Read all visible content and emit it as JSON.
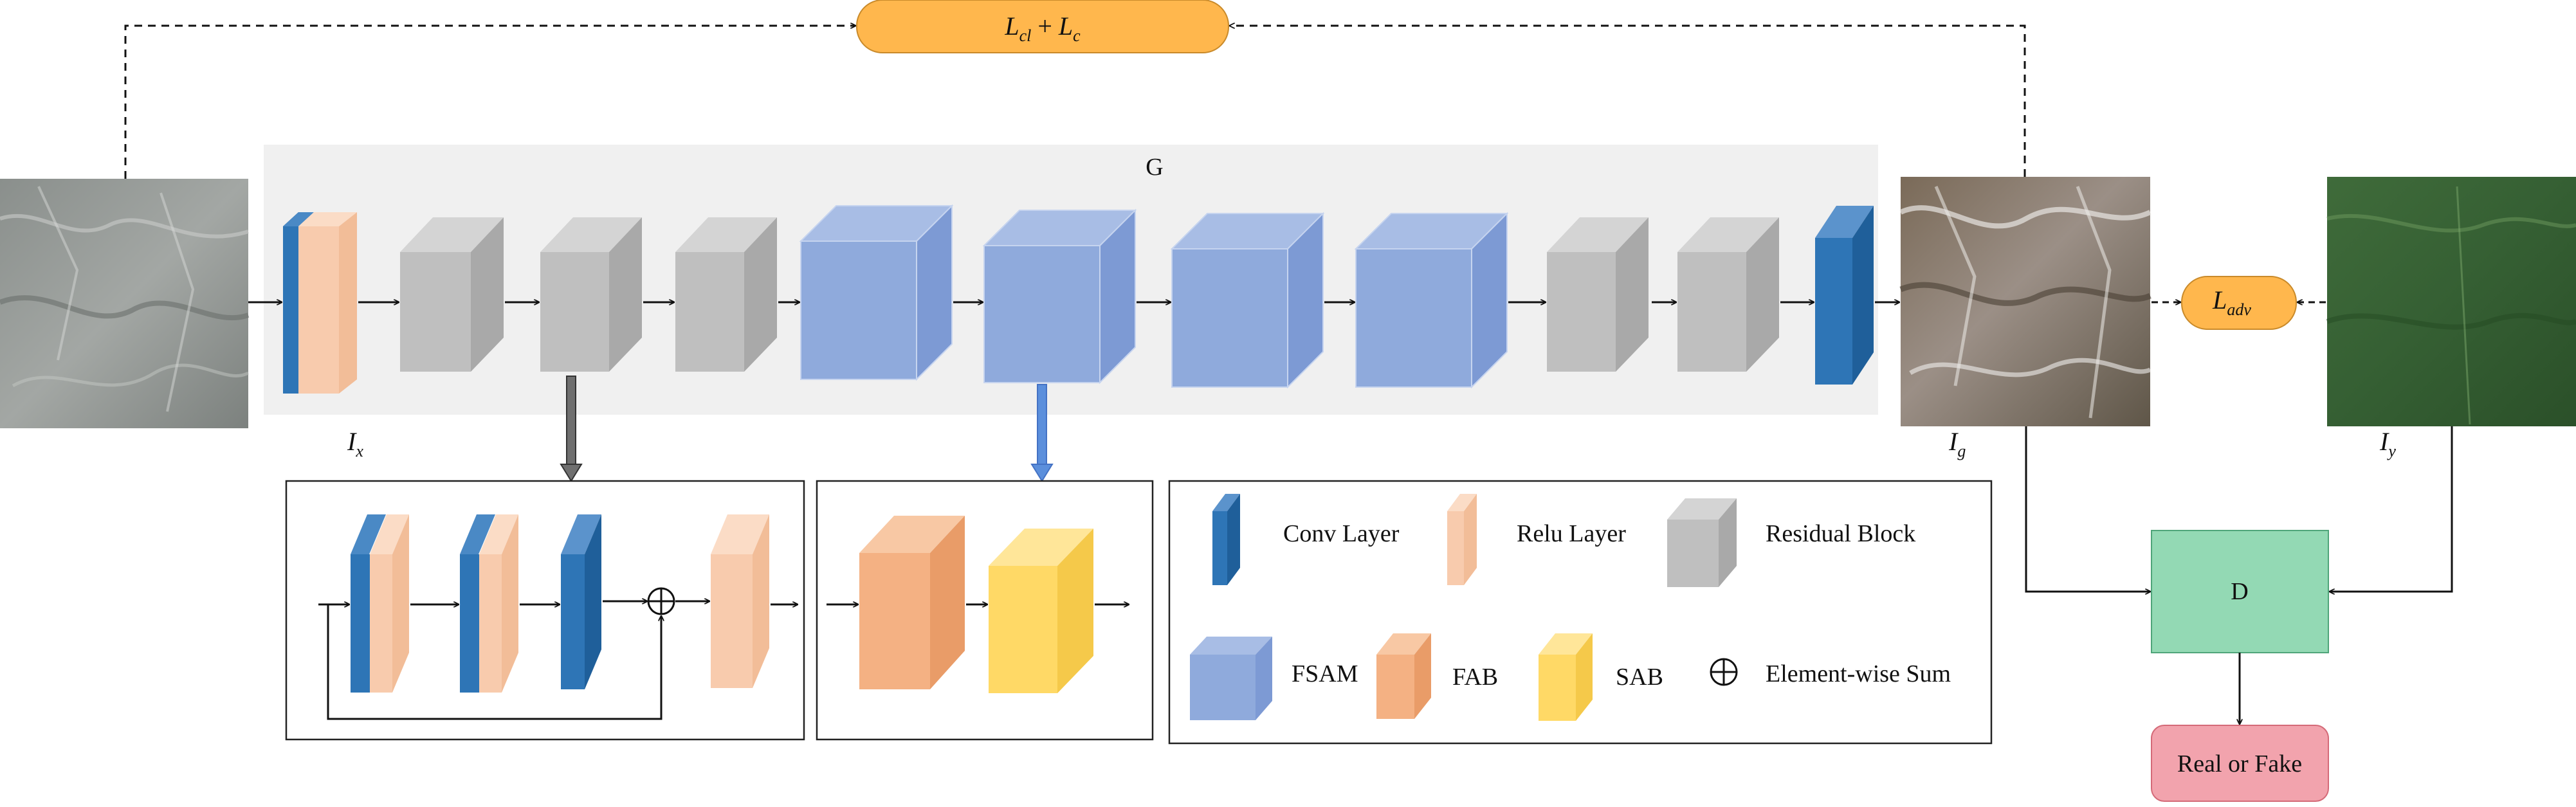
{
  "generator": {
    "label": "G"
  },
  "loss_top": {
    "main": "L",
    "sub1": "cl",
    "plus": " + ",
    "sub2": "c"
  },
  "loss_adv": {
    "main": "L",
    "sub": "adv"
  },
  "images": {
    "input": {
      "main": "I",
      "sub": "x"
    },
    "generated": {
      "main": "I",
      "sub": "g"
    },
    "target": {
      "main": "I",
      "sub": "y"
    }
  },
  "discriminator": {
    "label": "D"
  },
  "output": {
    "label": "Real or Fake"
  },
  "legend": [
    {
      "id": "conv",
      "label": "Conv Layer",
      "icon": "conv-layer-icon"
    },
    {
      "id": "relu",
      "label": "Relu Layer",
      "icon": "relu-layer-icon"
    },
    {
      "id": "res",
      "label": "Residual Block",
      "icon": "residual-block-icon"
    },
    {
      "id": "fsam",
      "label": "FSAM",
      "icon": "fsam-icon"
    },
    {
      "id": "fab",
      "label": "FAB",
      "icon": "fab-icon"
    },
    {
      "id": "sab",
      "label": "SAB",
      "icon": "sab-icon"
    },
    {
      "id": "sum",
      "label": "Element-wise Sum",
      "icon": "element-wise-sum-icon"
    }
  ],
  "colors": {
    "conv": "#2e75b6",
    "relu": "#f8cbad",
    "residual": "#bfbfbf",
    "fsam": "#8faadc",
    "fab": "#f4b183",
    "sab": "#ffd966",
    "loss": "#ffb74d",
    "discriminator": "#93d9b4",
    "output": "#f2a3ad",
    "generator_bg": "#f0f0f0"
  }
}
